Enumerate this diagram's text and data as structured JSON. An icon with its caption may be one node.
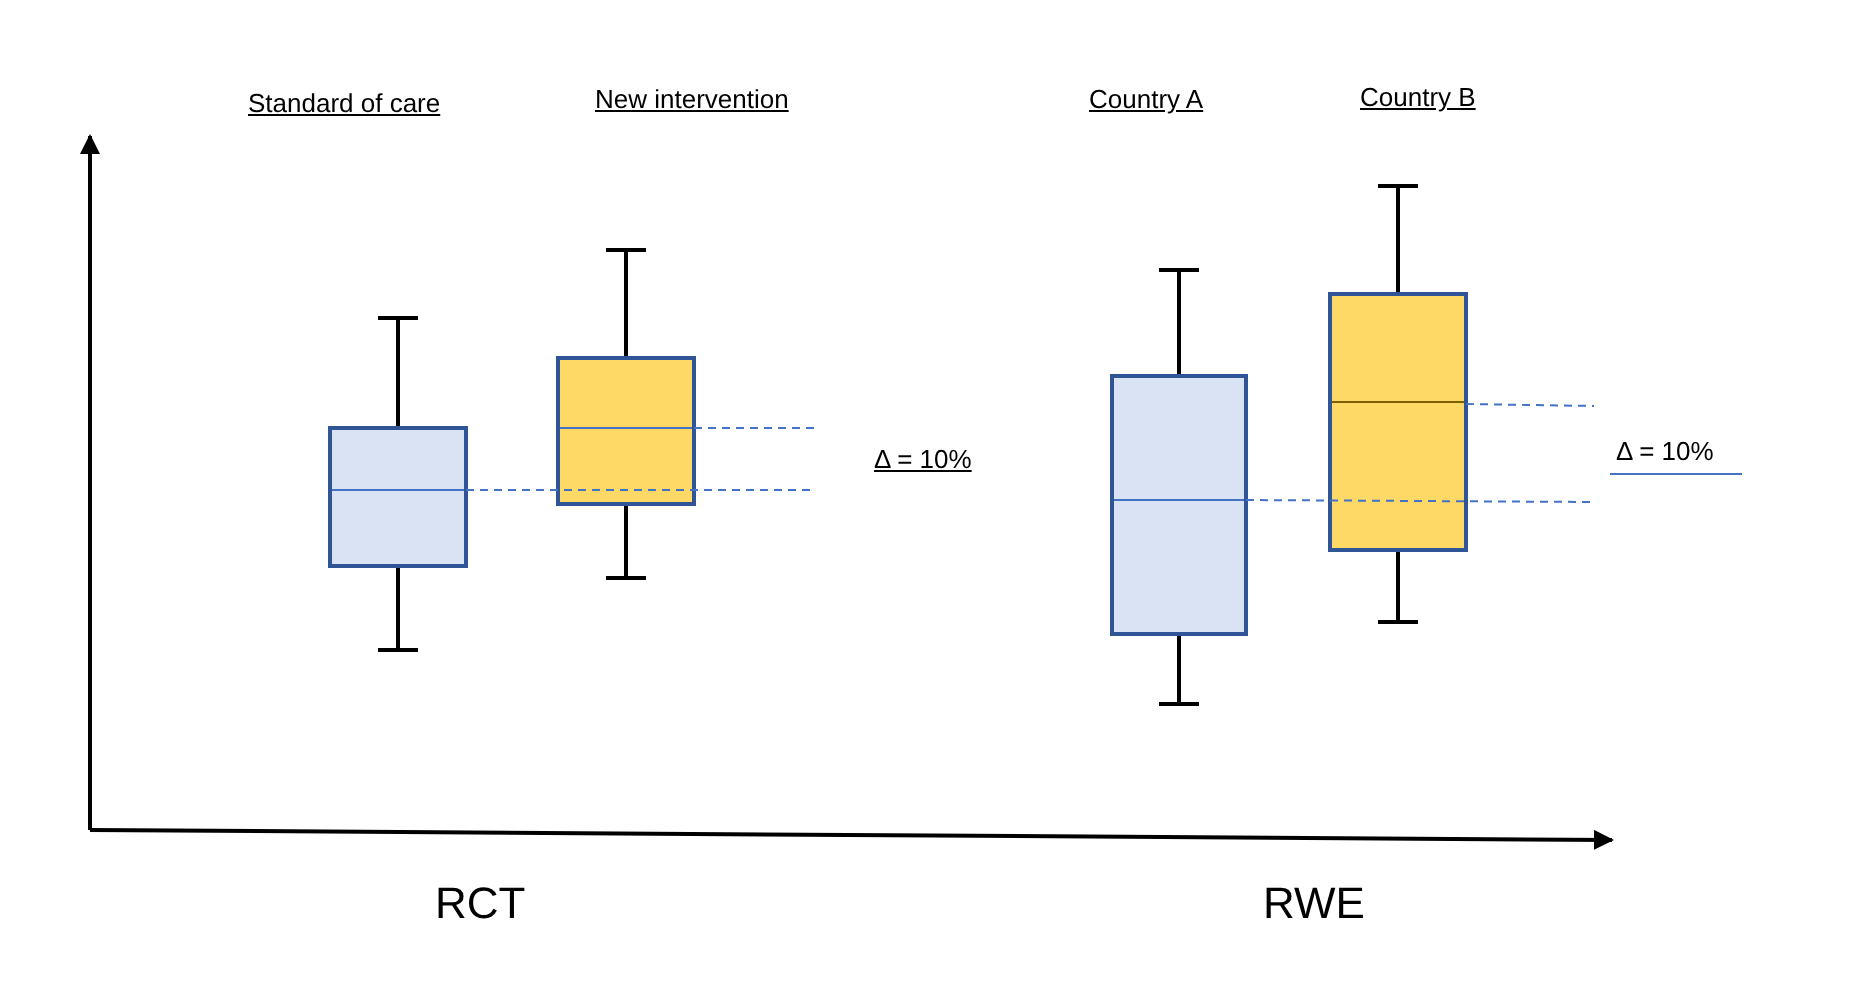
{
  "diagram": {
    "labels": [
      "Standard of care",
      "New intervention",
      "Country A",
      "Country B",
      "Δ = 10%",
      "Δ = 10%",
      "RCT",
      "RWE"
    ]
  }
}
